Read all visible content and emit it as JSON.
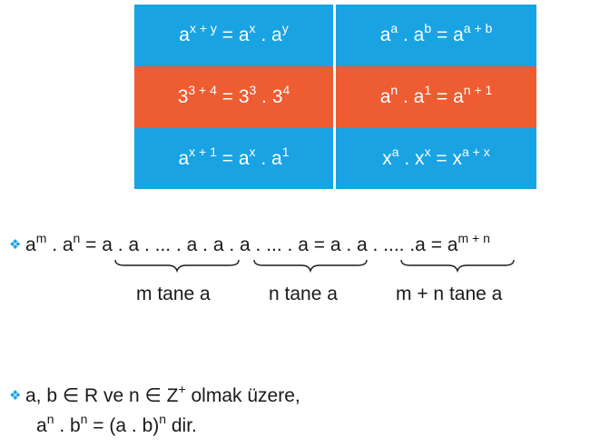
{
  "table": {
    "rows": [
      {
        "color": "#1aa3e3",
        "left": {
          "a": "a",
          "a_sup": "x + y",
          "b": " = a",
          "b_sup": "x",
          "c": " . a",
          "c_sup": "y"
        },
        "right": {
          "a": "a",
          "a_sup": "a",
          "b": " . a",
          "b_sup": "b",
          "c": " = a",
          "c_sup": "a + b"
        }
      },
      {
        "color": "#ee5c32",
        "left": {
          "a": "3",
          "a_sup": "3 + 4",
          "b": " = 3",
          "b_sup": "3",
          "c": " . 3",
          "c_sup": "4"
        },
        "right": {
          "a": "a",
          "a_sup": "n",
          "b": " . a",
          "b_sup": "1",
          "c": " = a",
          "c_sup": "n + 1"
        }
      },
      {
        "color": "#1aa3e3",
        "left": {
          "a": "a",
          "a_sup": "x + 1",
          "b": " = a",
          "b_sup": "x",
          "c": " . a",
          "c_sup": "1"
        },
        "right": {
          "a": "x",
          "a_sup": "a",
          "b": " . x",
          "b_sup": "x",
          "c": " = x",
          "c_sup": "a + x"
        }
      }
    ]
  },
  "rule1": {
    "bullet": "❖",
    "p1": "a",
    "p1_sup": "m",
    "p2": " . a",
    "p2_sup": "n",
    "p3": " = a . a . ... . a . a . a . ... . a = a . a . .... .a = a",
    "p3_sup": "m + n",
    "labels": [
      "m tane a",
      "n tane a",
      "m + n tane a"
    ]
  },
  "rule2": {
    "bullet": "❖",
    "line1_a": "a, b ∈ R ve n ∈ Z",
    "line1_sup": "+",
    "line1_b": " olmak üzere,",
    "line2_a": "a",
    "line2_a_sup": "n",
    "line2_b": " . b",
    "line2_b_sup": "n",
    "line2_c": " = (a . b)",
    "line2_c_sup": "n",
    "line2_d": " dir."
  },
  "colors": {
    "blue": "#1aa3e3",
    "orange": "#ee5c32",
    "text": "#1a1a1a"
  }
}
